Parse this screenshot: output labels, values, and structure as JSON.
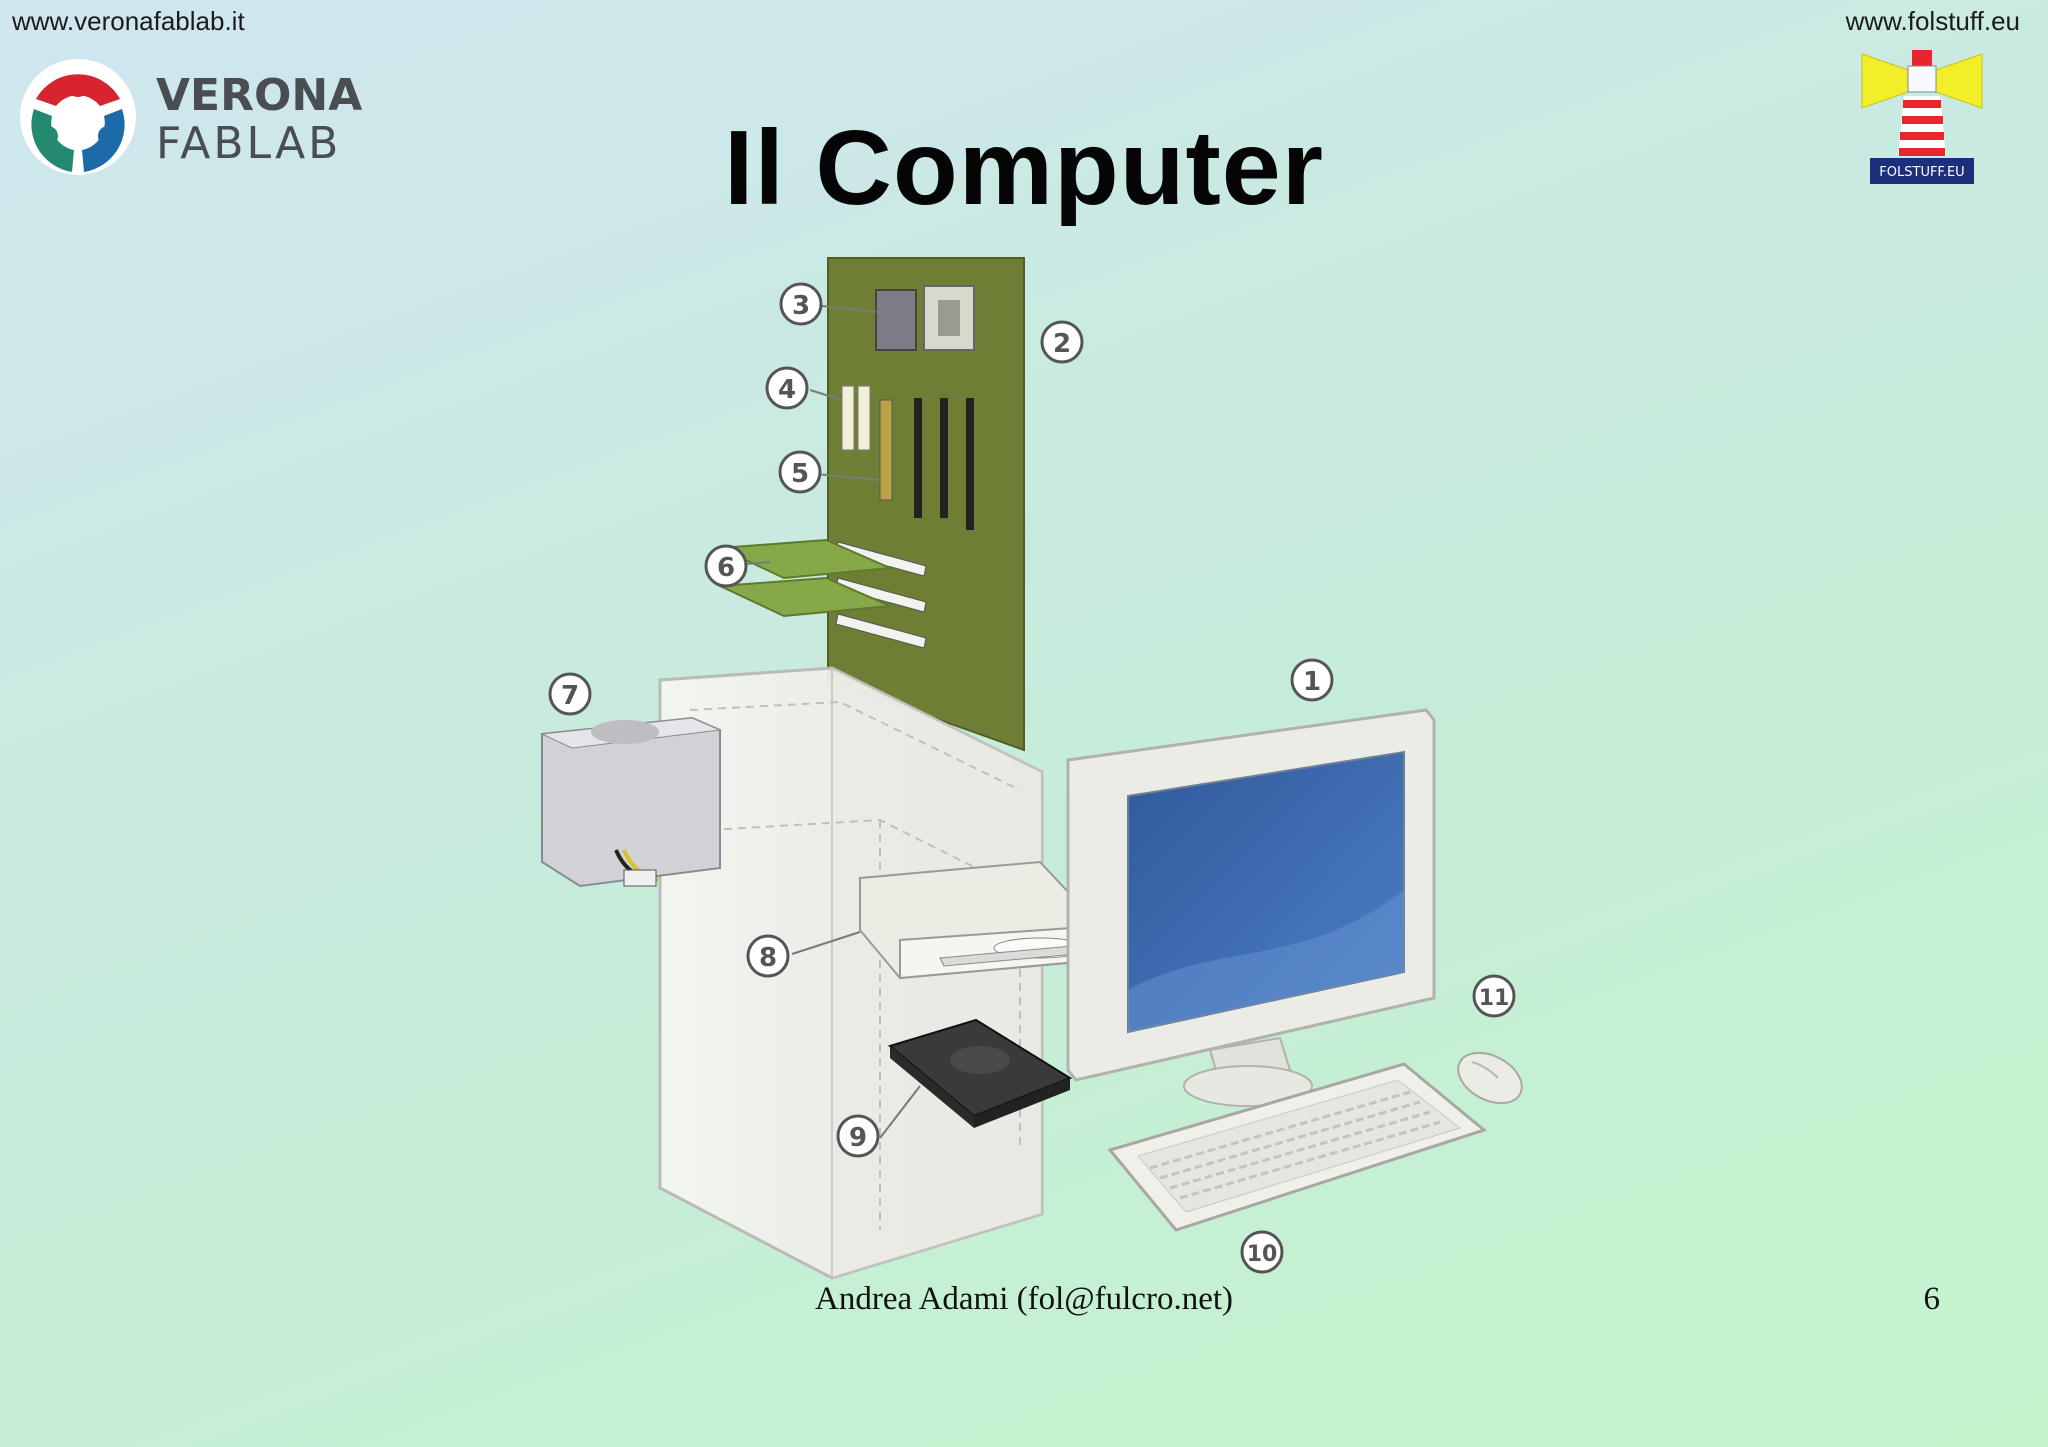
{
  "header": {
    "url_left": "www.veronafablab.it",
    "url_right": "www.folstuff.eu"
  },
  "logos": {
    "left": {
      "line1": "VERONA",
      "line2": "FABLAB",
      "colors": {
        "red": "#d7242f",
        "green": "#238a6f",
        "blue": "#1c6aa8",
        "text": "#4a4d52"
      }
    },
    "right": {
      "label": "FOLSTUFF.EU",
      "colors": {
        "beam": "#f2ee2a",
        "stripe_red": "#e8242c",
        "badge": "#1d2e7c"
      }
    }
  },
  "slide": {
    "title": "Il Computer"
  },
  "diagram": {
    "callouts": [
      "1",
      "2",
      "3",
      "4",
      "5",
      "6",
      "7",
      "8",
      "9",
      "10",
      "11"
    ]
  },
  "footer": {
    "author": "Andrea Adami (fol@fulcro.net)",
    "page_number": "6"
  }
}
